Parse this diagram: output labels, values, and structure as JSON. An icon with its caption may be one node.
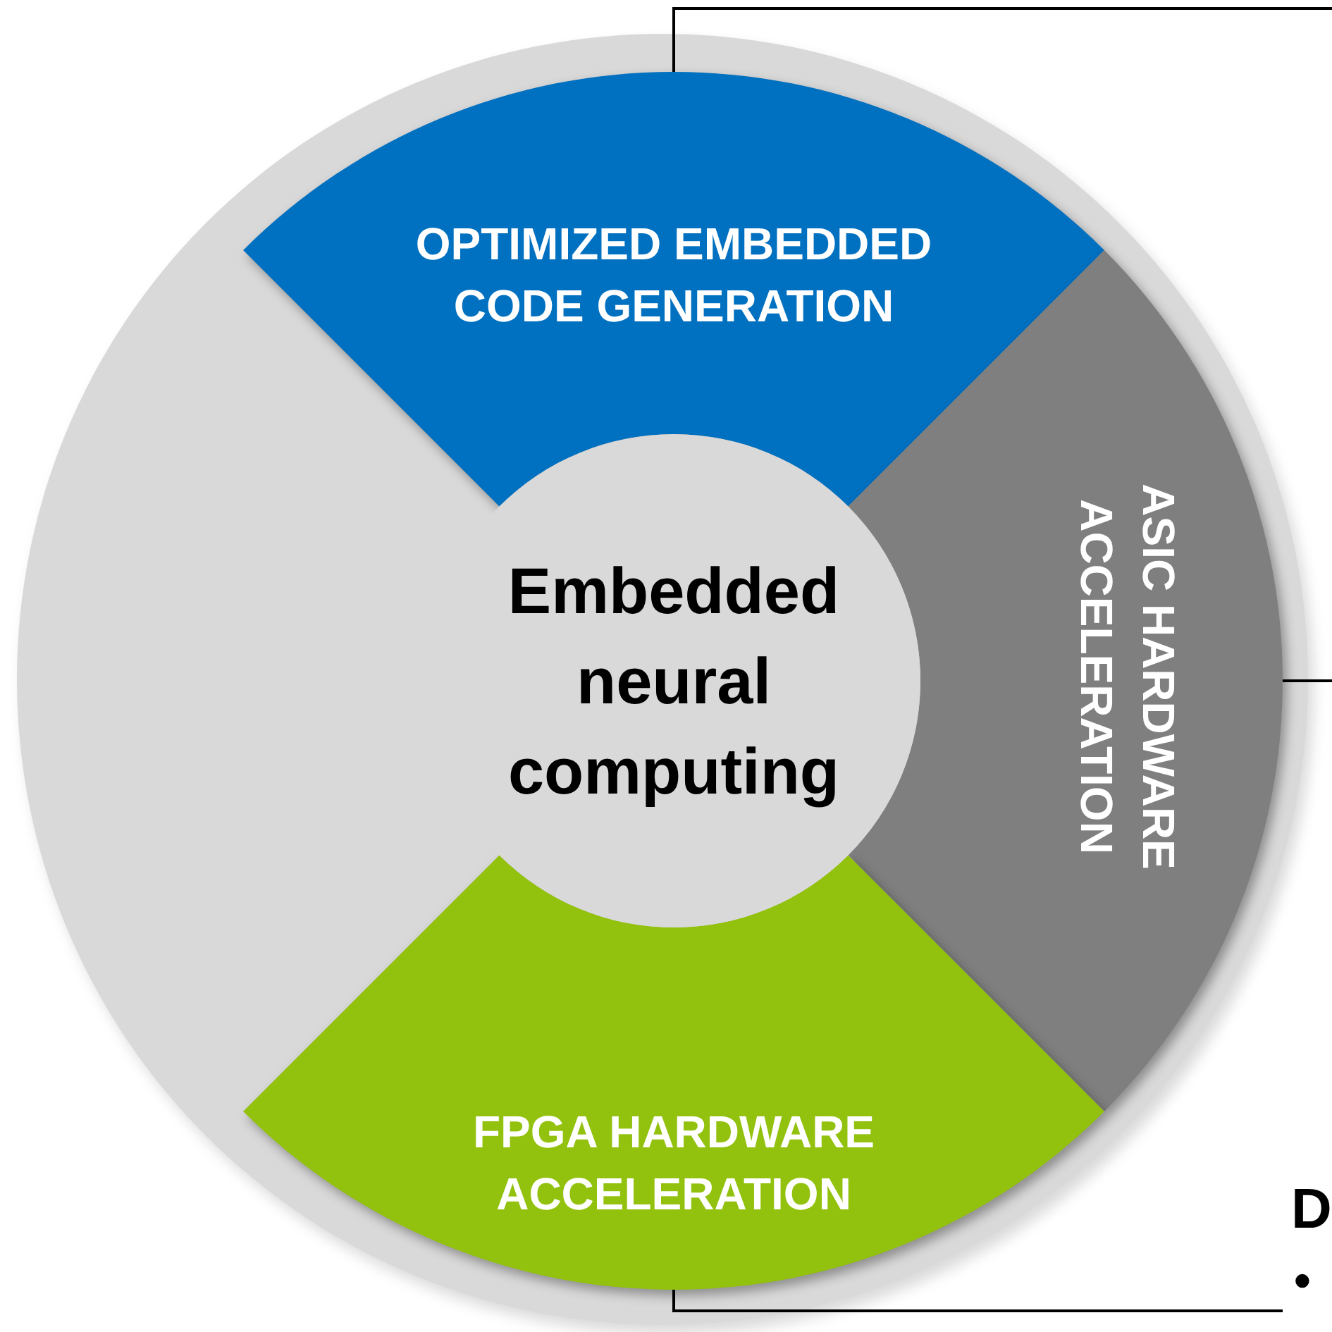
{
  "diagram": {
    "nodes": [
      {
        "text": [],
        "shape": "circle"
      },
      {
        "text": [
          "OPTIMIZED EMBEDDED CODE GENERATION"
        ],
        "in": 0
      },
      {
        "text": [
          "Embedded neural computing"
        ],
        "in": 0
      },
      {
        "text": [
          "ASIC HARDWARE ACCELERATION"
        ],
        "in": 0
      },
      {
        "text": [
          "FPGA HARDWARE ACCELERATION"
        ],
        "in": 0
      }
    ],
    "edges": [
      {
        "from": 1,
        "to": null,
        "arrow": "none"
      },
      {
        "from": 3,
        "to": null,
        "arrow": "none"
      },
      {
        "from": 4,
        "to": null,
        "arrow": "none"
      }
    ],
    "labels": [
      "D",
      "•"
    ]
  }
}
